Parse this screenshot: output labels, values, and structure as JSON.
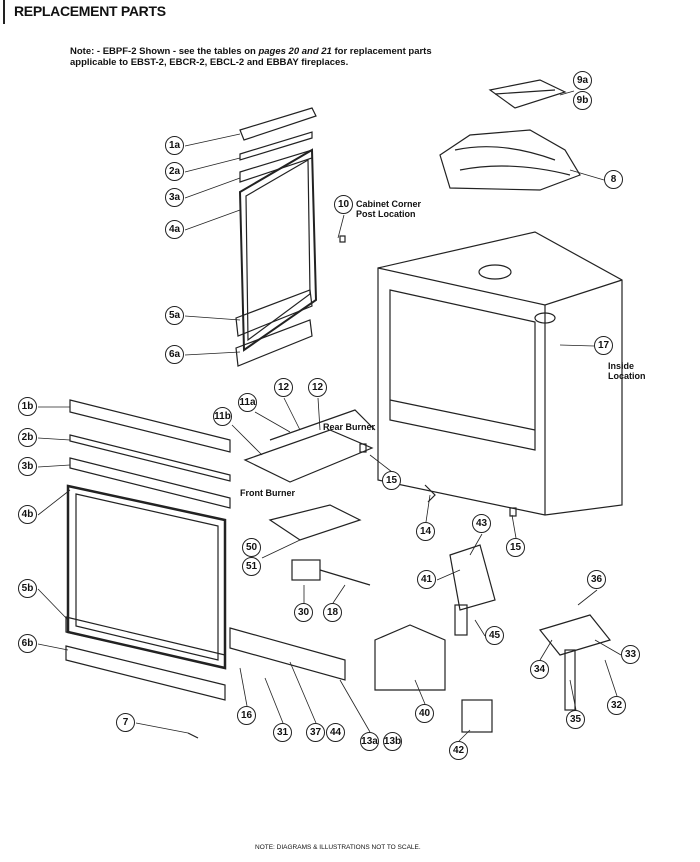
{
  "title": "REPLACEMENT PARTS",
  "note": {
    "line1_a": "Note: - EBPF-2 Shown - see the tables on ",
    "line1_italic": "pages 20 and 21",
    "line1_b": "  for replacement parts",
    "line2": "applicable to EBST-2, EBCR-2, EBCL-2 and EBBAY fireplaces."
  },
  "labels": {
    "cabinet_corner": "Cabinet Corner",
    "post_location": "Post Location",
    "inside": "Inside",
    "location": "Location",
    "rear_burner": "Rear Burner",
    "front_burner": "Front Burner"
  },
  "callouts": [
    "9a",
    "9b",
    "8",
    "1a",
    "2a",
    "3a",
    "4a",
    "10",
    "5a",
    "6a",
    "17",
    "1b",
    "2b",
    "3b",
    "4b",
    "11b",
    "11a",
    "12",
    "12",
    "15",
    "14",
    "43",
    "15",
    "50",
    "51",
    "41",
    "36",
    "5b",
    "30",
    "18",
    "45",
    "33",
    "34",
    "6b",
    "40",
    "32",
    "16",
    "35",
    "7",
    "31",
    "37",
    "44",
    "13a",
    "13b",
    "42"
  ],
  "footer": "NOTE: DIAGRAMS & ILLUSTRATIONS NOT TO SCALE."
}
